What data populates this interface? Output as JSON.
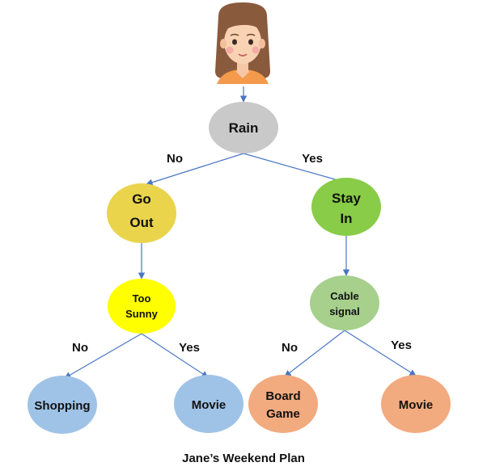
{
  "caption": "Jane’s Weekend Plan",
  "colors": {
    "edge": "#4a76c4",
    "rain": "#c9c9c9",
    "go_out": "#ead44c",
    "stay_in": "#88cc48",
    "too_sunny": "#ffff00",
    "cable_signal": "#a6d08c",
    "blue_leaf": "#9fc3e6",
    "orange_leaf": "#f2aa7f"
  },
  "nodes": {
    "rain": {
      "lines": [
        "Rain"
      ]
    },
    "go_out": {
      "lines": [
        "Go",
        "Out"
      ]
    },
    "stay_in": {
      "lines": [
        "Stay",
        "In"
      ]
    },
    "too_sunny": {
      "lines": [
        "Too",
        "Sunny"
      ]
    },
    "cable_signal": {
      "lines": [
        "Cable",
        "signal"
      ]
    },
    "shopping": {
      "lines": [
        "Shopping"
      ]
    },
    "movie_left": {
      "lines": [
        "Movie"
      ]
    },
    "board_game": {
      "lines": [
        "Board",
        "Game"
      ]
    },
    "movie_right": {
      "lines": [
        "Movie"
      ]
    }
  },
  "edge_labels": {
    "rain_no": "No",
    "rain_yes": "Yes",
    "sunny_no": "No",
    "sunny_yes": "Yes",
    "cable_no": "No",
    "cable_yes": "Yes"
  },
  "avatar": {
    "name": "Jane",
    "icon": "girl-avatar-icon"
  }
}
